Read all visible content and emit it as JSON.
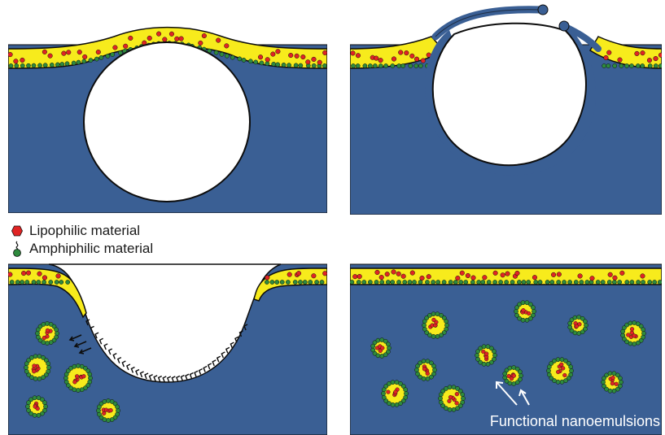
{
  "legend": {
    "lipophilic": "Lipophilic material",
    "amphiphilic": "Amphiphilic material"
  },
  "caption": "Functional nanoemulsions",
  "colors": {
    "water": "#3a5f94",
    "oil_layer": "#f7eb1c",
    "lipophilic": "#e02424",
    "amphiphilic": "#2e8a3e",
    "outline": "#0d0d0d"
  },
  "icons": [
    "red-hexagon-icon",
    "green-surfactant-icon",
    "arrow-icon"
  ]
}
